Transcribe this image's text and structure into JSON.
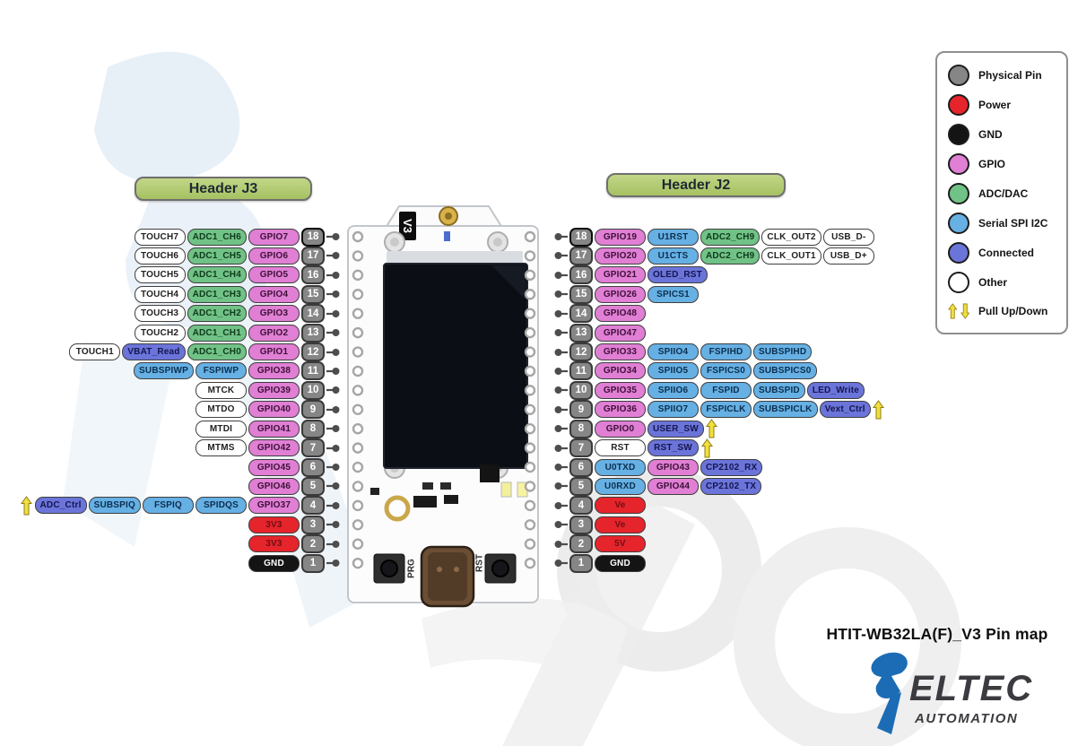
{
  "title": "HTIT-WB32LA(F)_V3 Pin map",
  "logo": {
    "text": "ELTEC",
    "subtext": "AUTOMATION"
  },
  "board": {
    "version_label": "V3",
    "prg_label": "PRG",
    "rst_label": "RST"
  },
  "headers": {
    "j3": "Header J3",
    "j2": "Header J2"
  },
  "legend": {
    "items": [
      {
        "label": "Physical Pin",
        "type": "physical"
      },
      {
        "label": "Power",
        "type": "power"
      },
      {
        "label": "GND",
        "type": "gnd"
      },
      {
        "label": "GPIO",
        "type": "gpio"
      },
      {
        "label": "ADC/DAC",
        "type": "adc"
      },
      {
        "label": "Serial SPI I2C",
        "type": "serial"
      },
      {
        "label": "Connected",
        "type": "connected"
      },
      {
        "label": "Other",
        "type": "other"
      },
      {
        "label": "Pull Up/Down",
        "type": "pull"
      }
    ]
  },
  "colors": {
    "physical": "#868686",
    "power": "#e6242b",
    "gnd": "#141414",
    "gpio": "#e07fd4",
    "adc": "#71c286",
    "serial": "#66b0e4",
    "connected": "#6b74d9",
    "other": "#ffffff",
    "pull_arrow": "#f2df3d",
    "header_pill": "#b3cc74"
  },
  "pin_rows": {
    "left": [
      {
        "pin": "18",
        "chips": [
          {
            "t": "TOUCH7",
            "c": "other"
          },
          {
            "t": "ADC1_CH6",
            "c": "adc"
          },
          {
            "t": "GPIO7",
            "c": "gpio"
          }
        ]
      },
      {
        "pin": "17",
        "chips": [
          {
            "t": "TOUCH6",
            "c": "other"
          },
          {
            "t": "ADC1_CH5",
            "c": "adc"
          },
          {
            "t": "GPIO6",
            "c": "gpio"
          }
        ]
      },
      {
        "pin": "16",
        "chips": [
          {
            "t": "TOUCH5",
            "c": "other"
          },
          {
            "t": "ADC1_CH4",
            "c": "adc"
          },
          {
            "t": "GPIO5",
            "c": "gpio"
          }
        ]
      },
      {
        "pin": "15",
        "chips": [
          {
            "t": "TOUCH4",
            "c": "other"
          },
          {
            "t": "ADC1_CH3",
            "c": "adc"
          },
          {
            "t": "GPIO4",
            "c": "gpio"
          }
        ]
      },
      {
        "pin": "14",
        "chips": [
          {
            "t": "TOUCH3",
            "c": "other"
          },
          {
            "t": "ADC1_CH2",
            "c": "adc"
          },
          {
            "t": "GPIO3",
            "c": "gpio"
          }
        ]
      },
      {
        "pin": "13",
        "chips": [
          {
            "t": "TOUCH2",
            "c": "other"
          },
          {
            "t": "ADC1_CH1",
            "c": "adc"
          },
          {
            "t": "GPIO2",
            "c": "gpio"
          }
        ]
      },
      {
        "pin": "12",
        "chips": [
          {
            "t": "TOUCH1",
            "c": "other"
          },
          {
            "t": "VBAT_Read",
            "c": "connected"
          },
          {
            "t": "ADC1_CH0",
            "c": "adc"
          },
          {
            "t": "GPIO1",
            "c": "gpio"
          }
        ]
      },
      {
        "pin": "11",
        "chips": [
          {
            "t": "SUBSPIWP",
            "c": "serial"
          },
          {
            "t": "FSPIWP",
            "c": "serial"
          },
          {
            "t": "GPIO38",
            "c": "gpio"
          }
        ]
      },
      {
        "pin": "10",
        "chips": [
          {
            "t": "MTCK",
            "c": "other"
          },
          {
            "t": "GPIO39",
            "c": "gpio"
          }
        ]
      },
      {
        "pin": "9",
        "chips": [
          {
            "t": "MTDO",
            "c": "other"
          },
          {
            "t": "GPIO40",
            "c": "gpio"
          }
        ]
      },
      {
        "pin": "8",
        "chips": [
          {
            "t": "MTDI",
            "c": "other"
          },
          {
            "t": "GPIO41",
            "c": "gpio"
          }
        ]
      },
      {
        "pin": "7",
        "chips": [
          {
            "t": "MTMS",
            "c": "other"
          },
          {
            "t": "GPIO42",
            "c": "gpio"
          }
        ]
      },
      {
        "pin": "6",
        "chips": [
          {
            "t": "GPIO45",
            "c": "gpio"
          }
        ]
      },
      {
        "pin": "5",
        "chips": [
          {
            "t": "GPIO46",
            "c": "gpio"
          }
        ]
      },
      {
        "pin": "4",
        "chips": [
          {
            "t": "pull-up",
            "c": "arrow"
          },
          {
            "t": "ADC_Ctrl",
            "c": "connected"
          },
          {
            "t": "SUBSPIQ",
            "c": "serial"
          },
          {
            "t": "FSPIQ",
            "c": "serial"
          },
          {
            "t": "SPIDQS",
            "c": "serial"
          },
          {
            "t": "GPIO37",
            "c": "gpio"
          }
        ]
      },
      {
        "pin": "3",
        "chips": [
          {
            "t": "3V3",
            "c": "power"
          }
        ]
      },
      {
        "pin": "2",
        "chips": [
          {
            "t": "3V3",
            "c": "power"
          }
        ]
      },
      {
        "pin": "1",
        "chips": [
          {
            "t": "GND",
            "c": "gnd"
          }
        ]
      }
    ],
    "right": [
      {
        "pin": "18",
        "chips": [
          {
            "t": "GPIO19",
            "c": "gpio"
          },
          {
            "t": "U1RST",
            "c": "serial"
          },
          {
            "t": "ADC2_CH9",
            "c": "adc"
          },
          {
            "t": "CLK_OUT2",
            "c": "other"
          },
          {
            "t": "USB_D-",
            "c": "other"
          }
        ]
      },
      {
        "pin": "17",
        "chips": [
          {
            "t": "GPIO20",
            "c": "gpio"
          },
          {
            "t": "U1CTS",
            "c": "serial"
          },
          {
            "t": "ADC2_CH9",
            "c": "adc"
          },
          {
            "t": "CLK_OUT1",
            "c": "other"
          },
          {
            "t": "USB_D+",
            "c": "other"
          }
        ]
      },
      {
        "pin": "16",
        "chips": [
          {
            "t": "GPIO21",
            "c": "gpio"
          },
          {
            "t": "OLED_RST",
            "c": "connected"
          }
        ]
      },
      {
        "pin": "15",
        "chips": [
          {
            "t": "GPIO26",
            "c": "gpio"
          },
          {
            "t": "SPICS1",
            "c": "serial"
          }
        ]
      },
      {
        "pin": "14",
        "chips": [
          {
            "t": "GPIO48",
            "c": "gpio"
          }
        ]
      },
      {
        "pin": "13",
        "chips": [
          {
            "t": "GPIO47",
            "c": "gpio"
          }
        ]
      },
      {
        "pin": "12",
        "chips": [
          {
            "t": "GPIO33",
            "c": "gpio"
          },
          {
            "t": "SPIIO4",
            "c": "serial"
          },
          {
            "t": "FSPIHD",
            "c": "serial"
          },
          {
            "t": "SUBSPIHD",
            "c": "serial"
          }
        ]
      },
      {
        "pin": "11",
        "chips": [
          {
            "t": "GPIO34",
            "c": "gpio"
          },
          {
            "t": "SPIIO5",
            "c": "serial"
          },
          {
            "t": "FSPICS0",
            "c": "serial"
          },
          {
            "t": "SUBSPICS0",
            "c": "serial"
          }
        ]
      },
      {
        "pin": "10",
        "chips": [
          {
            "t": "GPIO35",
            "c": "gpio"
          },
          {
            "t": "SPIIO6",
            "c": "serial"
          },
          {
            "t": "FSPID",
            "c": "serial"
          },
          {
            "t": "SUBSPID",
            "c": "serial"
          },
          {
            "t": "LED_Write",
            "c": "connected"
          }
        ]
      },
      {
        "pin": "9",
        "chips": [
          {
            "t": "GPIO36",
            "c": "gpio"
          },
          {
            "t": "SPIIO7",
            "c": "serial"
          },
          {
            "t": "FSPICLK",
            "c": "serial"
          },
          {
            "t": "SUBSPICLK",
            "c": "serial"
          },
          {
            "t": "Vext_Ctrl",
            "c": "connected"
          },
          {
            "t": "pull-up",
            "c": "arrow"
          }
        ]
      },
      {
        "pin": "8",
        "chips": [
          {
            "t": "GPIO0",
            "c": "gpio"
          },
          {
            "t": "USER_SW",
            "c": "connected"
          },
          {
            "t": "pull-up",
            "c": "arrow"
          }
        ]
      },
      {
        "pin": "7",
        "chips": [
          {
            "t": "RST",
            "c": "other"
          },
          {
            "t": "RST_SW",
            "c": "connected"
          },
          {
            "t": "pull-up",
            "c": "arrow"
          }
        ]
      },
      {
        "pin": "6",
        "chips": [
          {
            "t": "U0TXD",
            "c": "serial"
          },
          {
            "t": "GPIO43",
            "c": "gpio"
          },
          {
            "t": "CP2102_RX",
            "c": "connected"
          }
        ]
      },
      {
        "pin": "5",
        "chips": [
          {
            "t": "U0RXD",
            "c": "serial"
          },
          {
            "t": "GPIO44",
            "c": "gpio"
          },
          {
            "t": "CP2102_TX",
            "c": "connected"
          }
        ]
      },
      {
        "pin": "4",
        "chips": [
          {
            "t": "Ve",
            "c": "power"
          }
        ]
      },
      {
        "pin": "3",
        "chips": [
          {
            "t": "Ve",
            "c": "power"
          }
        ]
      },
      {
        "pin": "2",
        "chips": [
          {
            "t": "5V",
            "c": "power"
          }
        ]
      },
      {
        "pin": "1",
        "chips": [
          {
            "t": "GND",
            "c": "gnd"
          }
        ]
      }
    ]
  }
}
